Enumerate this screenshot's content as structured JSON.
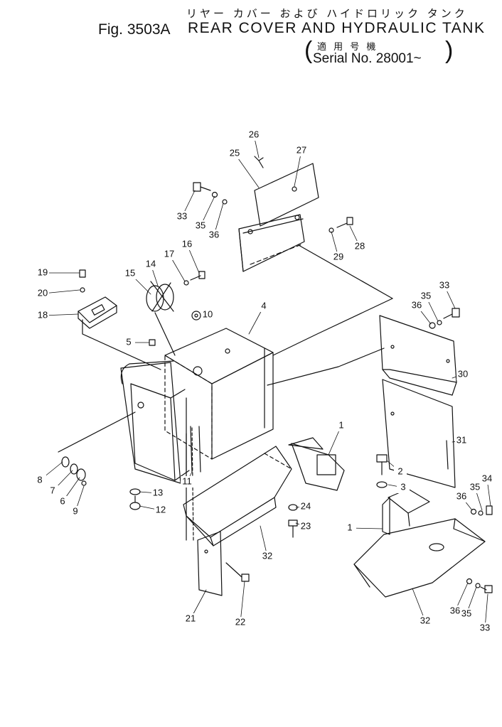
{
  "header": {
    "japanese_title": "リヤー カバー および ハイドロリック タンク",
    "figure_number": "Fig. 3503A",
    "title": "REAR COVER AND HYDRAULIC TANK",
    "applicable_label": "適 用 号 機",
    "serial": "Serial No. 28001~",
    "open_paren": "(",
    "close_paren": ")"
  },
  "callouts": [
    "26",
    "27",
    "25",
    "33",
    "35",
    "36",
    "29",
    "28",
    "16",
    "17",
    "14",
    "15",
    "19",
    "20",
    "18",
    "10",
    "4",
    "5",
    "36",
    "35",
    "33",
    "30",
    "31",
    "1",
    "2",
    "3",
    "34",
    "35",
    "36",
    "8",
    "7",
    "6",
    "9",
    "13",
    "11",
    "12",
    "24",
    "23",
    "1",
    "32",
    "21",
    "22",
    "32",
    "36",
    "35",
    "33"
  ]
}
